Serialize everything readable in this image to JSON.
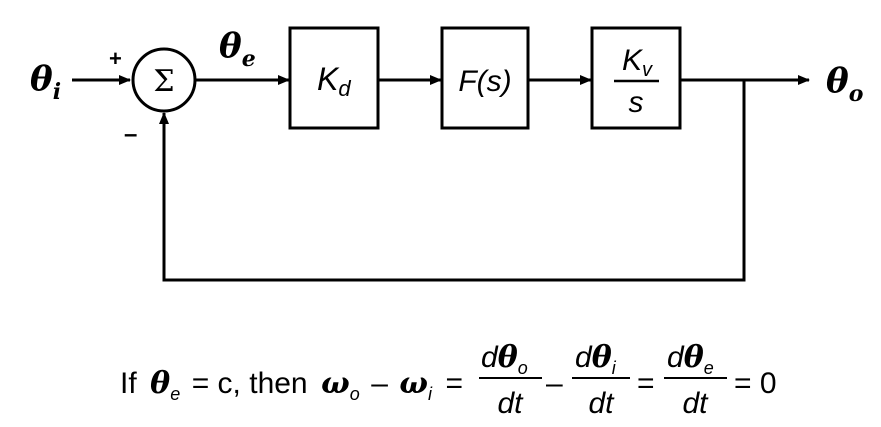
{
  "diagram": {
    "input": {
      "main": "θ",
      "sub": "i"
    },
    "error": {
      "main": "θ",
      "sub": "e"
    },
    "output": {
      "main": "θ",
      "sub": "o"
    },
    "summer": {
      "symbol": "Σ",
      "plus": "+",
      "minus": "–"
    },
    "blocks": {
      "kd": {
        "main": "K",
        "sub": "d"
      },
      "fs": {
        "label": "F(s)"
      },
      "kvs": {
        "num_main": "K",
        "num_sub": "v",
        "den": "s"
      }
    }
  },
  "equation": {
    "prefix": "If",
    "theta": "θ",
    "theta_sub_e": "e",
    "eq_c": "= c, then",
    "omega": "ω",
    "omega_sub_o": "o",
    "minus": "–",
    "omega_sub_i": "i",
    "equals": "=",
    "frac1": {
      "num_d": "d",
      "num_theta": "θ",
      "num_sub": "o",
      "den": "dt"
    },
    "frac2": {
      "num_d": "d",
      "num_theta": "θ",
      "num_sub": "i",
      "den": "dt"
    },
    "frac3": {
      "num_d": "d",
      "num_theta": "θ",
      "num_sub": "e",
      "den": "dt"
    },
    "tail": "= 0"
  }
}
